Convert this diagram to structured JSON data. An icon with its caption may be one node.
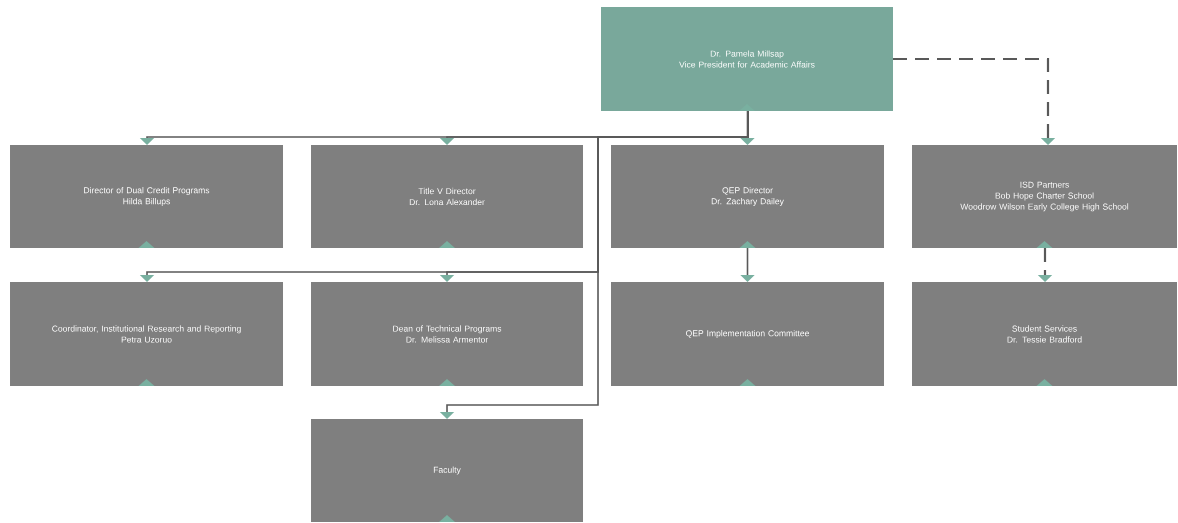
{
  "diagram": {
    "nodes": [
      {
        "text": [
          "Dr. Pamela Millsap",
          "Vice President for Academic Affairs"
        ]
      },
      {
        "text": [
          "Director of Dual Credit Programs",
          "Hilda Billups"
        ]
      },
      {
        "text": [
          "Title V Director",
          "Dr. Lona Alexander"
        ]
      },
      {
        "text": [
          "QEP Director",
          "Dr. Zachary Dailey"
        ]
      },
      {
        "text": [
          "ISD Partners",
          "Bob Hope Charter School",
          "Woodrow Wilson Early College High School"
        ]
      },
      {
        "text": [
          "Coordinator, Institutional Research and Reporting",
          "Petra Uzoruo"
        ]
      },
      {
        "text": [
          "Dean of Technical Programs",
          "Dr. Melissa Armentor"
        ]
      },
      {
        "text": [
          "QEP Implementation Committee"
        ]
      },
      {
        "text": [
          "Student Services",
          "Dr. Tessie Bradford"
        ]
      },
      {
        "text": [
          "Faculty"
        ]
      }
    ],
    "edges": [
      {
        "from": 0,
        "to": 1,
        "arrow": "to"
      },
      {
        "from": 0,
        "to": 2,
        "arrow": "to"
      },
      {
        "from": 0,
        "to": 3,
        "arrow": "to"
      },
      {
        "from": 0,
        "to": 4,
        "arrow": "to",
        "style": "dashed"
      },
      {
        "from": 0,
        "to": 5,
        "arrow": "to"
      },
      {
        "from": 0,
        "to": 6,
        "arrow": "to"
      },
      {
        "from": 0,
        "to": 9,
        "arrow": "to"
      },
      {
        "from": 3,
        "to": 7,
        "arrow": "to"
      },
      {
        "from": 4,
        "to": 8,
        "arrow": "to",
        "style": "dashed"
      }
    ]
  }
}
